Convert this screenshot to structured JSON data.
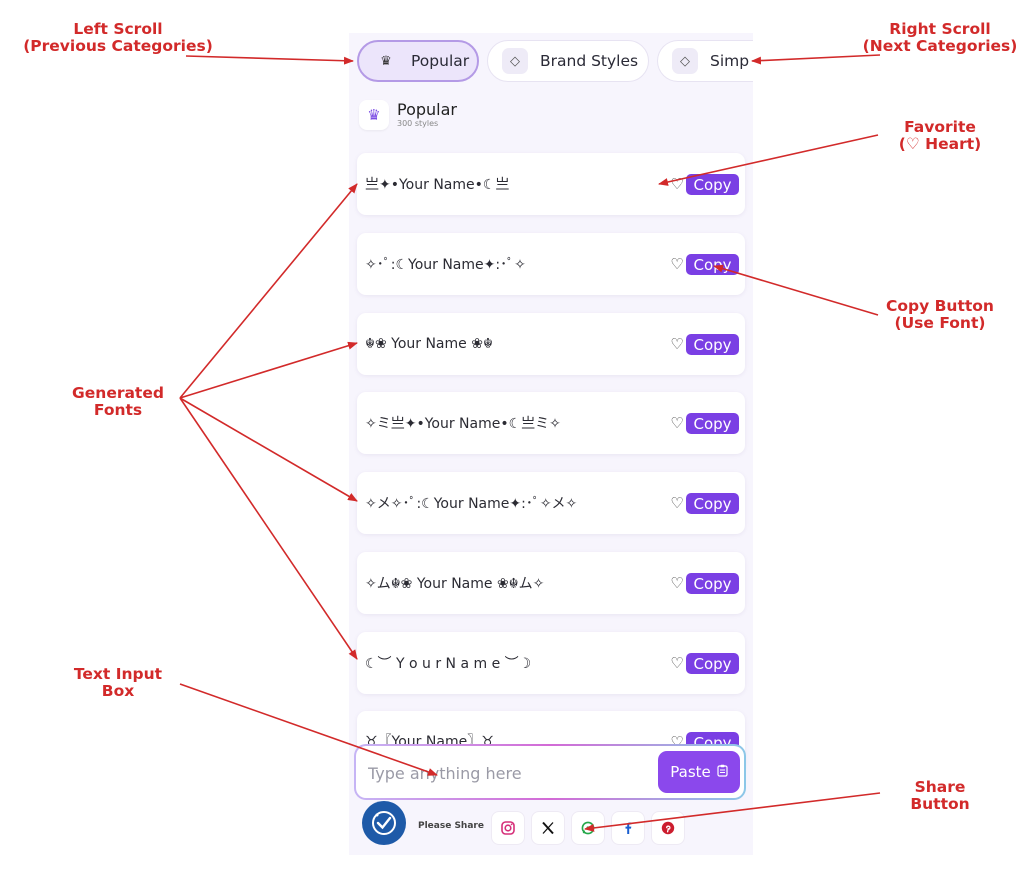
{
  "tabs": [
    {
      "label": "Popular",
      "icon": "crown-icon",
      "active": true
    },
    {
      "label": "Brand Styles",
      "icon": "diamond-icon",
      "active": false
    },
    {
      "label": "Simp",
      "icon": "diamond-icon",
      "active": false
    }
  ],
  "category": {
    "title": "Popular",
    "count": "300 styles",
    "icon": "crown-icon"
  },
  "fonts": [
    {
      "text": "亗✦•Your Name•☾亗"
    },
    {
      "text": "✧･ﾟ:☾Your Name✦:･ﾟ✧"
    },
    {
      "text": "☬❀ Your Name ❀☬"
    },
    {
      "text": "✧ミ亗✦•Your Name•☾亗ミ✧"
    },
    {
      "text": "✧メ✧･ﾟ:☾Your Name✦:･ﾟ✧メ✧"
    },
    {
      "text": "✧ム☬❀ Your Name ❀☬ム✧"
    },
    {
      "text": "☾︶ Y o u r  N a m e ︶☽"
    },
    {
      "text": "♉〖Your Name〗♉"
    }
  ],
  "card_actions": {
    "favorite": "♡",
    "copy_label": "Copy"
  },
  "input": {
    "placeholder": "Type anything here",
    "value": ""
  },
  "paste": {
    "label": "Paste",
    "icon": "clipboard-icon"
  },
  "share": {
    "label": "Please Share",
    "buttons": [
      {
        "name": "instagram-icon",
        "color": "#d6307a"
      },
      {
        "name": "x-icon",
        "color": "#111111"
      },
      {
        "name": "whatsapp-icon",
        "color": "#25a74a"
      },
      {
        "name": "facebook-icon",
        "color": "#1a5fd0"
      },
      {
        "name": "pinterest-icon",
        "color": "#cc1d2e"
      }
    ]
  },
  "colors": {
    "accent": "#7a3fe4",
    "annotation": "#d22a2a"
  },
  "annotations": {
    "left_scroll": [
      "Left Scroll",
      "(Previous Categories)"
    ],
    "right_scroll": [
      "Right Scroll",
      "(Next Categories)"
    ],
    "favorite": [
      "Favorite",
      "(♡ Heart)"
    ],
    "copy_button": [
      "Copy Button",
      "(Use Font)"
    ],
    "generated_fonts": [
      "Generated",
      "Fonts"
    ],
    "text_input": [
      "Text Input",
      "Box"
    ],
    "share_button": [
      "Share",
      "Button"
    ]
  }
}
